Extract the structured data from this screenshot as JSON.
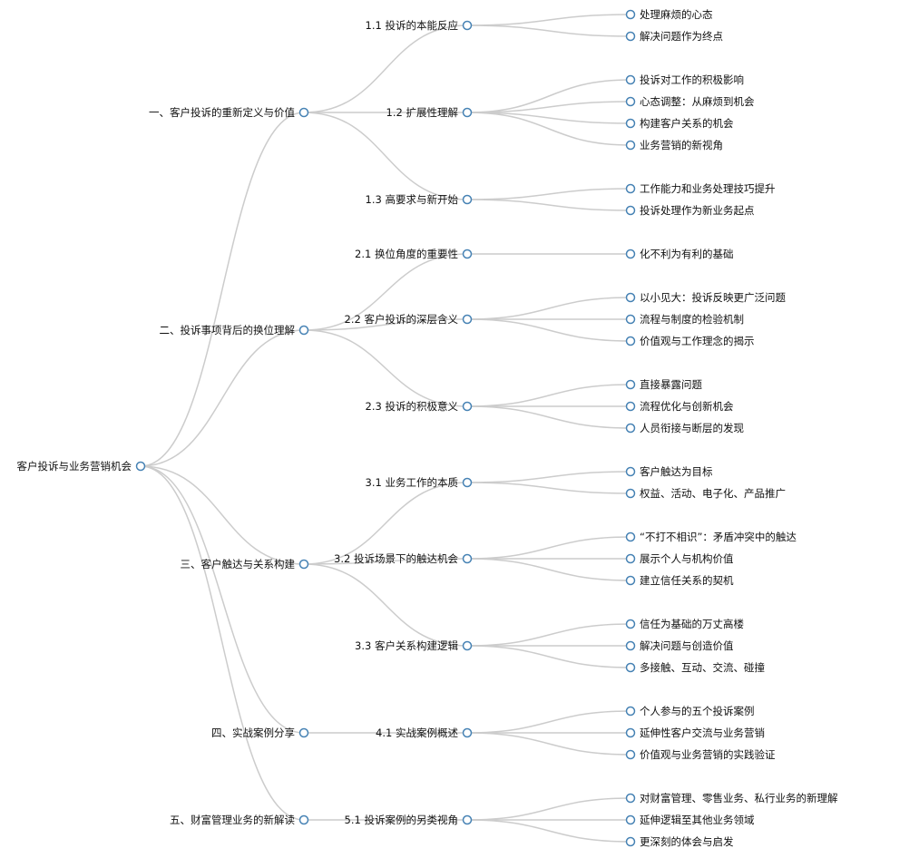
{
  "root": {
    "name": "客户投诉与业务营销机会",
    "children": [
      {
        "name": "一、客户投诉的重新定义与价值",
        "children": [
          {
            "name": "1.1 投诉的本能反应",
            "children": [
              {
                "name": "处理麻烦的心态"
              },
              {
                "name": "解决问题作为终点"
              }
            ]
          },
          {
            "name": "1.2 扩展性理解",
            "children": [
              {
                "name": "投诉对工作的积极影响"
              },
              {
                "name": "心态调整：从麻烦到机会"
              },
              {
                "name": "构建客户关系的机会"
              },
              {
                "name": "业务营销的新视角"
              }
            ]
          },
          {
            "name": "1.3 高要求与新开始",
            "children": [
              {
                "name": "工作能力和业务处理技巧提升"
              },
              {
                "name": "投诉处理作为新业务起点"
              }
            ]
          }
        ]
      },
      {
        "name": "二、投诉事项背后的换位理解",
        "children": [
          {
            "name": "2.1 换位角度的重要性",
            "children": [
              {
                "name": "化不利为有利的基础"
              }
            ]
          },
          {
            "name": "2.2 客户投诉的深层含义",
            "children": [
              {
                "name": "以小见大：投诉反映更广泛问题"
              },
              {
                "name": "流程与制度的检验机制"
              },
              {
                "name": "价值观与工作理念的揭示"
              }
            ]
          },
          {
            "name": "2.3 投诉的积极意义",
            "children": [
              {
                "name": "直接暴露问题"
              },
              {
                "name": "流程优化与创新机会"
              },
              {
                "name": "人员衔接与断层的发现"
              }
            ]
          }
        ]
      },
      {
        "name": "三、客户触达与关系构建",
        "children": [
          {
            "name": "3.1 业务工作的本质",
            "children": [
              {
                "name": "客户触达为目标"
              },
              {
                "name": "权益、活动、电子化、产品推广"
              }
            ]
          },
          {
            "name": "3.2 投诉场景下的触达机会",
            "children": [
              {
                "name": "“不打不相识”：矛盾冲突中的触达"
              },
              {
                "name": "展示个人与机构价值"
              },
              {
                "name": "建立信任关系的契机"
              }
            ]
          },
          {
            "name": "3.3 客户关系构建逻辑",
            "children": [
              {
                "name": "信任为基础的万丈高楼"
              },
              {
                "name": "解决问题与创造价值"
              },
              {
                "name": "多接触、互动、交流、碰撞"
              }
            ]
          }
        ]
      },
      {
        "name": "四、实战案例分享",
        "children": [
          {
            "name": "4.1 实战案例概述",
            "children": [
              {
                "name": "个人参与的五个投诉案例"
              },
              {
                "name": "延伸性客户交流与业务营销"
              },
              {
                "name": "价值观与业务营销的实践验证"
              }
            ]
          }
        ]
      },
      {
        "name": "五、财富管理业务的新解读",
        "children": [
          {
            "name": "5.1 投诉案例的另类视角",
            "children": [
              {
                "name": "对财富管理、零售业务、私行业务的新理解"
              },
              {
                "name": "延伸逻辑至其他业务领域"
              },
              {
                "name": "更深刻的体会与启发"
              }
            ]
          }
        ]
      }
    ]
  },
  "colors": {
    "node_stroke": "#4682b4",
    "link_stroke": "#cccccc",
    "text": "#111111"
  }
}
